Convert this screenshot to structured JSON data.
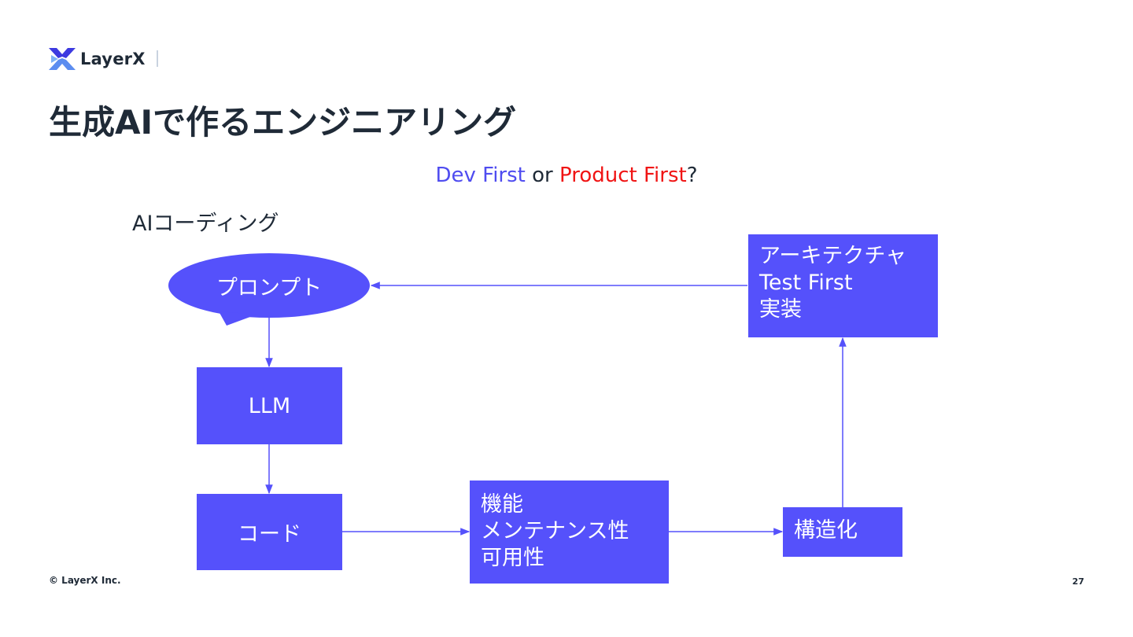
{
  "header": {
    "logo_text": "LayerX",
    "title": "生成AIで作るエンジニアリング"
  },
  "subtitle": {
    "dev": "Dev First",
    "or": " or ",
    "product": "Product First",
    "question": "?"
  },
  "section_label": "AIコーディング",
  "diagram": {
    "prompt": "プロンプト",
    "llm": "LLM",
    "code": "コード",
    "quality": [
      "機能",
      "メンテナンス性",
      "可用性"
    ],
    "structure": "構造化",
    "architecture": [
      "アーキテクチャ",
      "Test First",
      "実装"
    ]
  },
  "footer": {
    "copyright": "© LayerX Inc.",
    "page_number": "27"
  },
  "colors": {
    "box": "#5551fb",
    "dev_first": "#4f4cf0",
    "product_first": "#f01414",
    "text": "#1f2a37"
  }
}
